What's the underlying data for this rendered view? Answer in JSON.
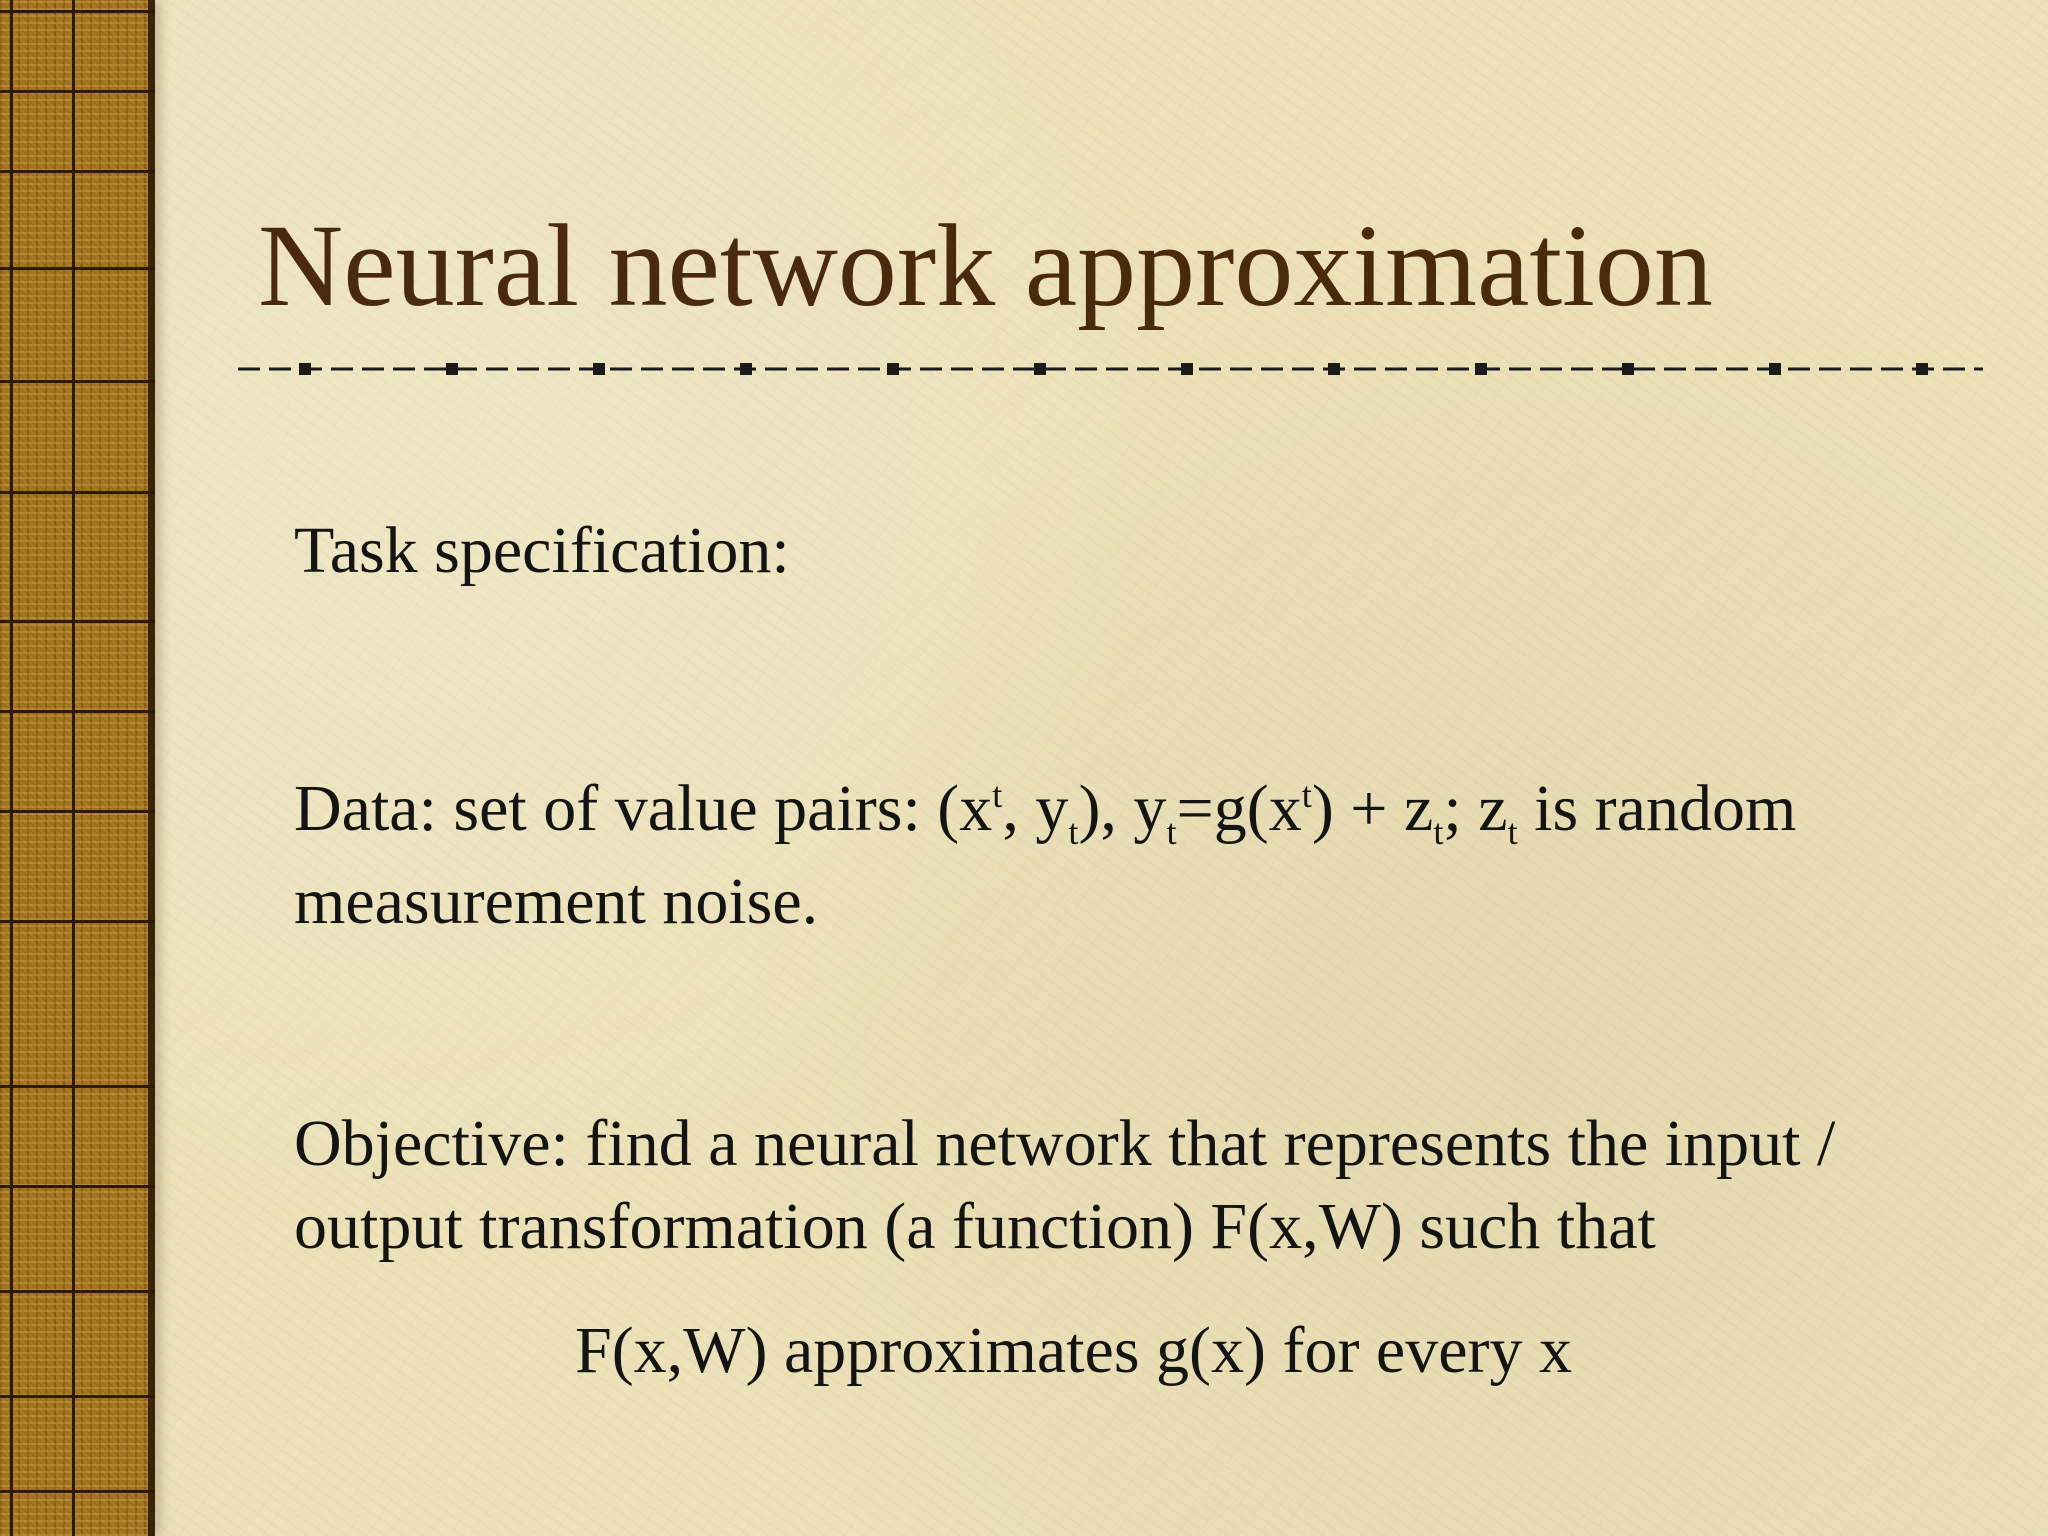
{
  "slide": {
    "title": "Neural network approximation",
    "task_label": "Task specification:",
    "data_line": {
      "prefix": "Data: set of value pairs: (x",
      "t1": "t",
      "p2": ", y",
      "t2": "t",
      "p3": "), y",
      "t3": "t",
      "p4": "=g(x",
      "t4": "t",
      "p5": ") + z",
      "t5": "t",
      "p6": "; z",
      "t6": "t",
      "suffix": " is random measurement noise."
    },
    "objective": "Objective: find a neural network that represents the input / output transformation (a function) F(x,W) such that",
    "formula": "F(x,W) approximates g(x) for every x"
  }
}
